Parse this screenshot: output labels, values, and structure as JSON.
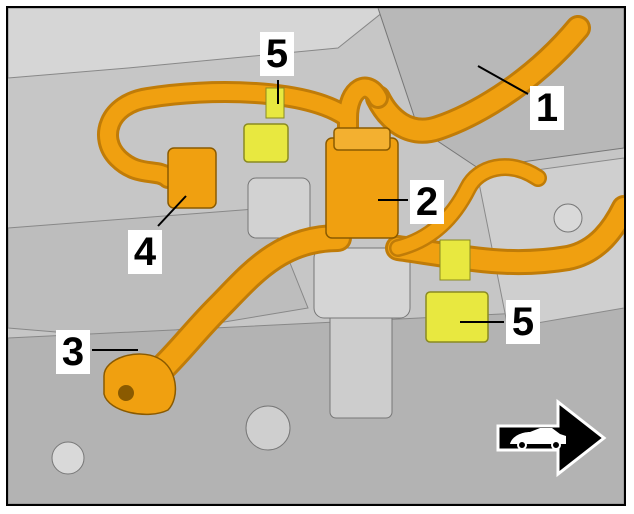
{
  "callouts": {
    "one": "1",
    "two": "2",
    "three": "3",
    "four": "4",
    "five_top": "5",
    "five_right": "5"
  },
  "icons": {
    "direction": "vehicle-forward-arrow-icon"
  },
  "colors": {
    "hose": "#f0a010",
    "hose_dark": "#c07c08",
    "clip": "#e8e840",
    "engine": "#c9c9c9",
    "engine_dark": "#9a9a9a",
    "outline": "#000000"
  }
}
